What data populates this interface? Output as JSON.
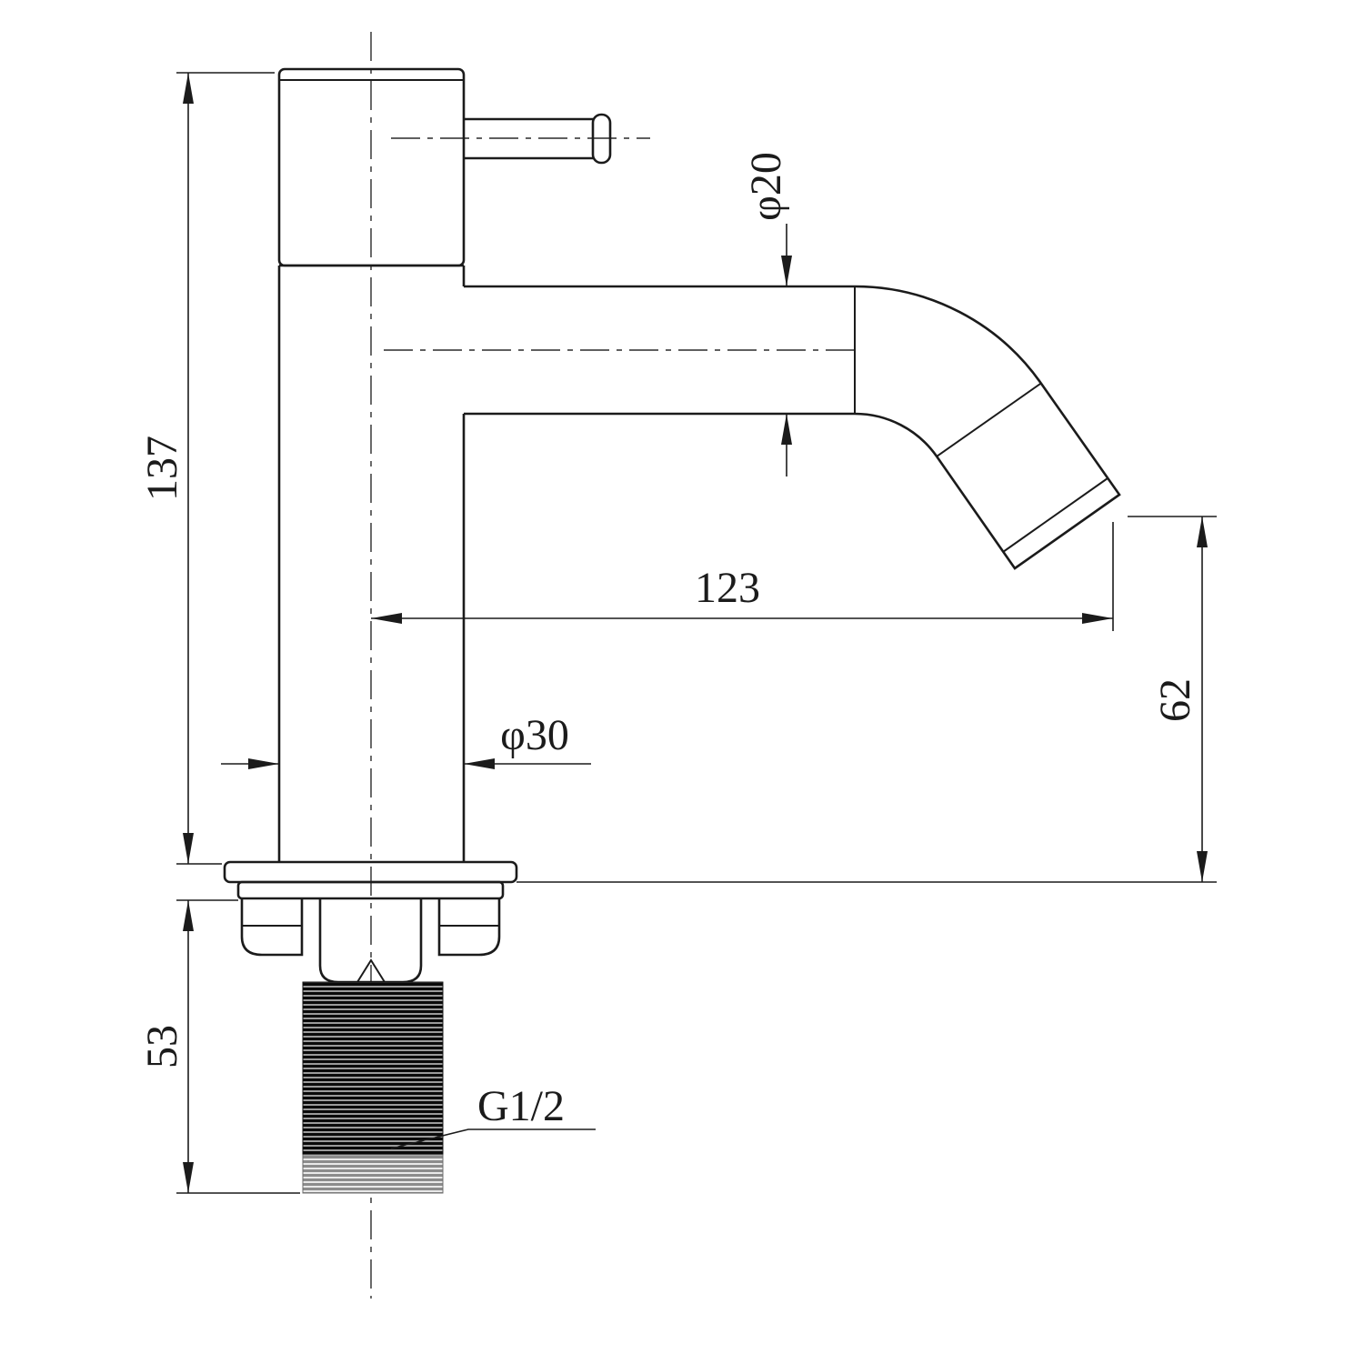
{
  "drawing": {
    "type": "technical-drawing",
    "subject": "single-hole basin faucet / pillar tap, side elevation with mounting thread",
    "colors": {
      "line": "#1b1b1b",
      "background": "#ffffff",
      "thread_fill": "#0a0a0a",
      "thread_tail_fill": "#8c8c8c"
    },
    "dims": {
      "body_height": "137",
      "thread_length": "53",
      "spout_diameter": "φ20",
      "spout_reach": "123",
      "outlet_height": "62",
      "body_diameter": "φ30",
      "thread_spec": "G1/2"
    }
  }
}
